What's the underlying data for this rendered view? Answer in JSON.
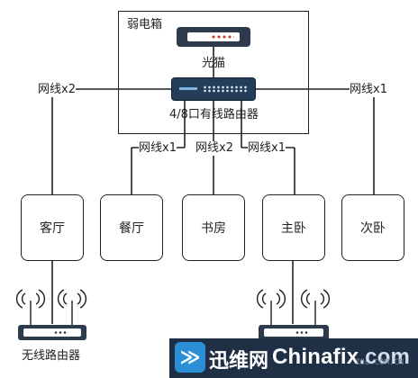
{
  "cabinet": {
    "title": "弱电箱"
  },
  "modem": {
    "label": "光猫"
  },
  "switch": {
    "label": "4/8口有线路由器"
  },
  "cables": {
    "left": "网线x2",
    "right": "网线x1",
    "dining": "网线x1",
    "study": "网线x2",
    "master": "网线x1"
  },
  "rooms": [
    "客厅",
    "餐厅",
    "书房",
    "主卧",
    "次卧"
  ],
  "wireless_router": {
    "label": "无线路由器"
  },
  "watermark": {
    "logo": "≫",
    "cn": "迅维网",
    "en_main": "Chinafix",
    "en_dot": ".com",
    "sub": "ZOL.COM.CN"
  }
}
